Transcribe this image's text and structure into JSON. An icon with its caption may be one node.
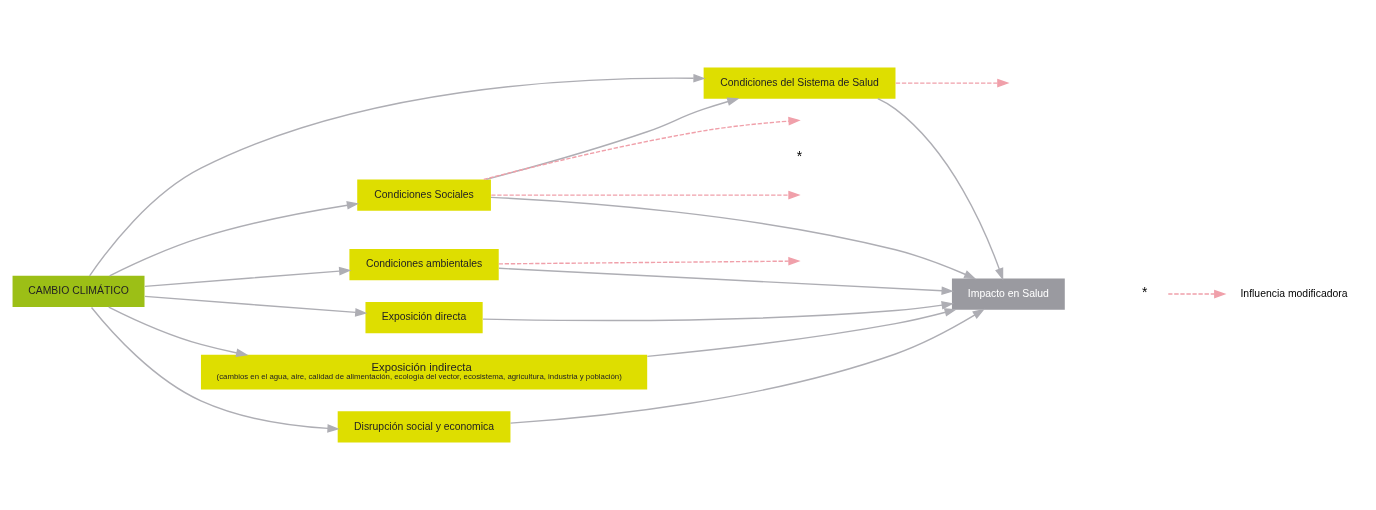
{
  "diagram": {
    "nodes": [
      {
        "text": [
          "CAMBIO CLIMÁTICO"
        ]
      },
      {
        "text": [
          "Condiciones ambientales"
        ]
      },
      {
        "text": [
          "Condiciones Sociales"
        ]
      },
      {
        "text": [
          "Condiciones del Sistema de Salud"
        ]
      },
      {
        "text": [
          "Exposición directa"
        ]
      },
      {
        "text": [
          "Exposición indirecta",
          "(cambios en el agua, aire, calidad de alimentación, ecología del vector, ecosistema, agricultura, industria y población)"
        ]
      },
      {
        "text": [
          "Disrupción social y economica"
        ]
      },
      {
        "text": [
          "Impacto en Salud"
        ]
      }
    ],
    "edges": [
      {
        "from": 0,
        "to": 3,
        "arrow": "to"
      },
      {
        "from": 0,
        "to": 2,
        "arrow": "to"
      },
      {
        "from": 0,
        "to": 1,
        "arrow": "to"
      },
      {
        "from": 0,
        "to": 4,
        "arrow": "to"
      },
      {
        "from": 0,
        "to": 5,
        "arrow": "to"
      },
      {
        "from": 0,
        "to": 6,
        "arrow": "to"
      },
      {
        "from": 2,
        "to": 3,
        "arrow": "to"
      },
      {
        "from": 3,
        "to": 7,
        "arrow": "to"
      },
      {
        "from": 2,
        "to": 7,
        "arrow": "to"
      },
      {
        "from": 1,
        "to": 7,
        "arrow": "to"
      },
      {
        "from": 4,
        "to": 7,
        "arrow": "to"
      },
      {
        "from": 5,
        "to": 7,
        "arrow": "to"
      },
      {
        "from": 6,
        "to": 7,
        "arrow": "to"
      },
      {
        "from": 1,
        "to": null,
        "arrow": "to",
        "style": "dashed",
        "color": "#f0a0aa"
      },
      {
        "from": 2,
        "to": null,
        "arrow": "to",
        "style": "dashed",
        "color": "#f0a0aa"
      },
      {
        "from": 2,
        "to": null,
        "arrow": "to",
        "style": "dashed",
        "color": "#f0a0aa"
      },
      {
        "from": 3,
        "to": null,
        "arrow": "to",
        "style": "dashed",
        "color": "#f0a0aa"
      }
    ],
    "labels": [
      "*",
      "*"
    ],
    "legend": [
      {
        "text": "Influencia modificadora"
      }
    ]
  }
}
